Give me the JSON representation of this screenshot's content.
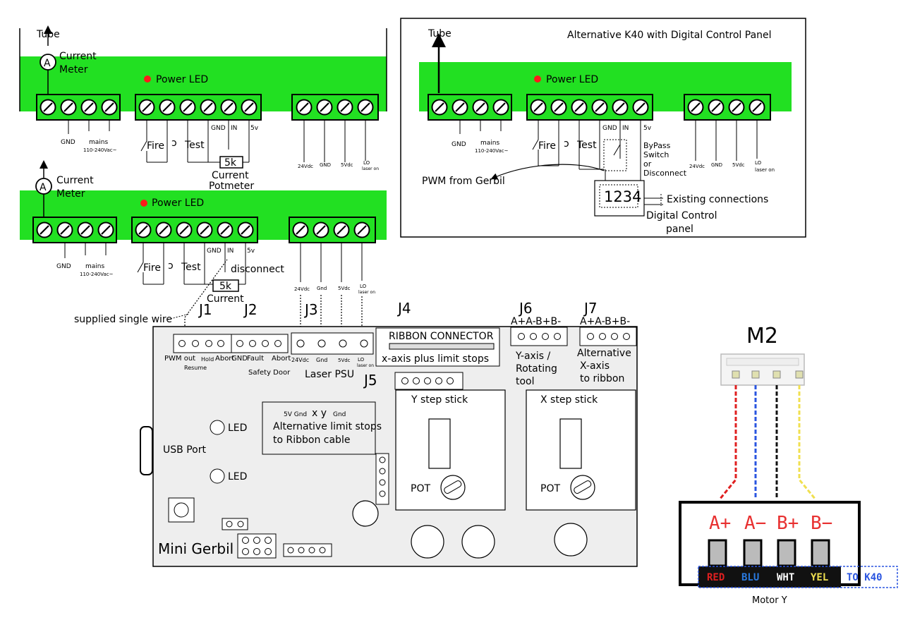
{
  "psu_top": {
    "tube": "Tube",
    "meter_symbol": "A",
    "meter_label_1": "Current",
    "meter_label_2": "Meter",
    "power_led": "Power LED",
    "gnd": "GND",
    "mains": "mains",
    "mains_range": "110-240Vac~",
    "gnd2": "GND",
    "in": "IN",
    "v5": "5v",
    "fire": "Fire",
    "test": "Test",
    "pot_value": "5k",
    "pot_label_1": "Current",
    "pot_label_2": "Potmeter",
    "out_24": "24Vdc",
    "out_gnd": "GND",
    "out_5": "5Vdc",
    "out_lo_1": "LO",
    "out_lo_2": "laser on"
  },
  "psu_mid": {
    "meter_symbol": "A",
    "meter_label_1": "Current",
    "meter_label_2": "Meter",
    "power_led": "Power LED",
    "gnd": "GND",
    "mains": "mains",
    "mains_range": "110-240Vac~",
    "gnd2": "GND",
    "in": "IN",
    "v5": "5v",
    "fire": "Fire",
    "test": "Test",
    "disconnect": "disconnect",
    "pot_value": "5k",
    "pot_label": "Current",
    "out_24": "24Vdc",
    "out_gnd": "Gnd",
    "out_5": "5Vdc",
    "out_lo_1": "LO",
    "out_lo_2": "laser on"
  },
  "alt_panel": {
    "title": "Alternative K40 with Digital Control Panel",
    "tube": "Tube",
    "power_led": "Power LED",
    "gnd": "GND",
    "mains": "mains",
    "mains_range": "110-240Vac~",
    "gnd2": "GND",
    "in": "IN",
    "v5": "5v",
    "fire": "Fire",
    "test": "Test",
    "bypass_1": "ByPass",
    "bypass_2": "Switch",
    "bypass_3": "or",
    "bypass_4": "Disconnect",
    "pwm": "PWM from Gerbil",
    "display": "1234",
    "existing": "Existing connections",
    "dcp_1": "Digital Control",
    "dcp_2": "panel",
    "out_24": "24Vdc",
    "out_gnd": "GND",
    "out_5": "5Vdc",
    "out_lo_1": "LO",
    "out_lo_2": "laser on"
  },
  "gerbil": {
    "supplied_wire": "supplied single wire",
    "j1": "J1",
    "j2": "J2",
    "j3": "J3",
    "j4": "J4",
    "j5": "J5",
    "j6": "J6",
    "j7": "J7",
    "j6_pins": "A+A-B+B-",
    "j7_pins": "A+A-B+B-",
    "pwm_out": "PWM out",
    "resume": "Resume",
    "hold": "Hold",
    "abort": "Abort",
    "j2_gnd": "GND",
    "fault": "Fault",
    "j2_abort": "Abort",
    "safety_door": "Safety Door",
    "j3_24": "24Vdc",
    "j3_gnd": "Gnd",
    "j3_5": "5Vdc",
    "j3_lo_1": "LO",
    "j3_lo_2": "laser on",
    "laser_psu": "Laser PSU",
    "ribbon": "RIBBON CONNECTOR",
    "ribbon_sub": "x-axis plus limit stops",
    "j6_1": "Y-axis /",
    "j6_2": "Rotating",
    "j6_3": "tool",
    "j7_1": "Alternative",
    "j7_2": "X-axis",
    "j7_3": "to ribbon",
    "limit_pins": "5V Gnd",
    "limit_xy": "x y",
    "limit_gnd": "Gnd",
    "limit_1": "Alternative limit stops",
    "limit_2": "to Ribbon cable",
    "y_step": "Y step stick",
    "x_step": "X step stick",
    "pot": "POT",
    "pot2": "POT",
    "led1": "LED",
    "led2": "LED",
    "usb": "USB Port",
    "name": "Mini Gerbil"
  },
  "motor": {
    "header": "M2",
    "a_plus": "A+",
    "a_minus": "A−",
    "b_plus": "B+",
    "b_minus": "B−",
    "red": "RED",
    "blu": "BLU",
    "wht": "WHT",
    "yel": "YEL",
    "to_k40": "TO K40",
    "caption": "Motor Y"
  },
  "colors": {
    "psu_green": "#22e022",
    "led_red": "#ff1a1a",
    "board_gray": "#eeeeee",
    "wire_red": "#e02020",
    "wire_blue": "#2a55e0",
    "wire_black": "#111111",
    "wire_yellow": "#f0e050",
    "motor_label_red": "#e83030"
  }
}
